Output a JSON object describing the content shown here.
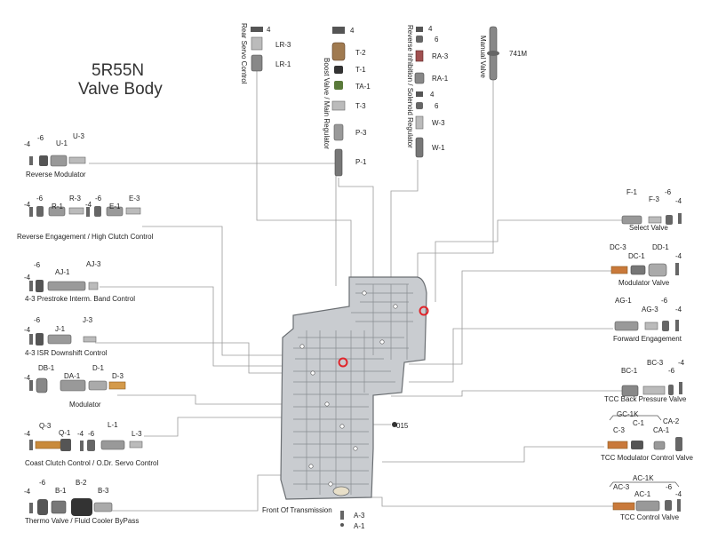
{
  "title_line1": "5R55N",
  "title_line2": "Valve Body",
  "center": {
    "front_label": "Front Of Transmission",
    "part_015": "015",
    "part_a3": "A-3",
    "part_a1": "A-1"
  },
  "top_columns": [
    {
      "name": "Rear Servo Control",
      "parts": [
        "4",
        "LR-3",
        "LR-1"
      ]
    },
    {
      "name": "Boost Valve / Main Regulator",
      "parts": [
        "4",
        "T-2",
        "T-1",
        "TA-1",
        "T-3",
        "P-3",
        "P-1"
      ]
    },
    {
      "name": "Reverse Inhibition / Solenoid Regulator",
      "parts": [
        "4",
        "6",
        "RA-3",
        "RA-1",
        "4",
        "6",
        "W-3",
        "W-1"
      ]
    },
    {
      "name": "Manual Valve",
      "parts": [
        "741M"
      ]
    }
  ],
  "left_groups": [
    {
      "name": "Reverse Modulator",
      "parts": [
        "-4",
        "-6",
        "U-1",
        "U-3"
      ]
    },
    {
      "name": "Reverse Engagement / High Clutch Control",
      "parts": [
        "-4",
        "-6",
        "R-1",
        "R-3",
        "-4",
        "-6",
        "E-1",
        "E-3"
      ]
    },
    {
      "name": "4-3 Prestroke Interm. Band Control",
      "parts": [
        "-4",
        "-6",
        "AJ-1",
        "AJ-3"
      ]
    },
    {
      "name": "4-3 ISR Downshift Control",
      "parts": [
        "-4",
        "-6",
        "J-1",
        "J-3"
      ]
    },
    {
      "name": "Modulator",
      "parts": [
        "-4",
        "DB-1",
        "DA-1",
        "D-1",
        "D-3"
      ]
    },
    {
      "name": "Coast Clutch Control / O.Dr. Servo Control",
      "parts": [
        "-4",
        "Q-3",
        "Q-1",
        "-4",
        "-6",
        "L-1",
        "L-3"
      ]
    },
    {
      "name": "Thermo Valve / Fluid Cooler ByPass",
      "parts": [
        "-4",
        "-6",
        "B-1",
        "B-2",
        "B-3"
      ]
    }
  ],
  "right_groups": [
    {
      "name": "Select Valve",
      "parts": [
        "F-1",
        "F-3",
        "-6",
        "-4"
      ]
    },
    {
      "name": "Modulator Valve",
      "parts": [
        "DC-3",
        "DC-1",
        "DD-1",
        "-4"
      ]
    },
    {
      "name": "Forward Engagement",
      "parts": [
        "AG-1",
        "AG-3",
        "-6",
        "-4"
      ]
    },
    {
      "name": "TCC Back Pressure Valve",
      "parts": [
        "BC-1",
        "BC-3",
        "-6",
        "-4"
      ]
    },
    {
      "name": "TCC Modulator Control Valve",
      "parts": [
        "GC-1K",
        "C-3",
        "C-1",
        "CA-1",
        "CA-2"
      ]
    },
    {
      "name": "TCC Control Valve",
      "parts": [
        "AC-1K",
        "AC-3",
        "AC-1",
        "-6",
        "-4"
      ]
    }
  ]
}
